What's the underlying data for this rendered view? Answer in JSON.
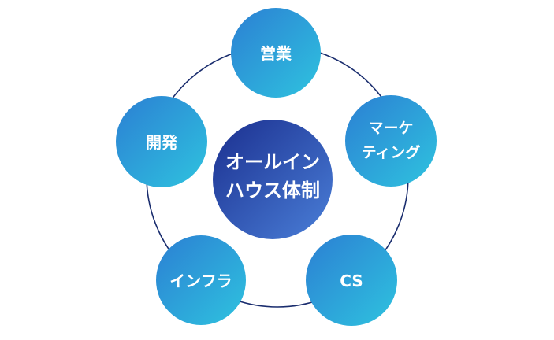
{
  "diagram": {
    "center": {
      "lines": [
        "オールイン",
        "ハウス体制"
      ]
    },
    "nodes": [
      {
        "id": "sales",
        "lines": [
          "営業"
        ]
      },
      {
        "id": "marketing",
        "lines": [
          "マーケ",
          "ティング"
        ]
      },
      {
        "id": "cs",
        "lines": [
          "CS"
        ]
      },
      {
        "id": "infra",
        "lines": [
          "インフラ"
        ]
      },
      {
        "id": "dev",
        "lines": [
          "開発"
        ]
      }
    ],
    "colors": {
      "ring": "#1a2d6e",
      "node_gradient_start": "#2c7fd3",
      "node_gradient_end": "#2ec3df",
      "center_gradient_start": "#1b2f8f",
      "center_gradient_end": "#4a7fd8",
      "text": "#ffffff"
    }
  }
}
